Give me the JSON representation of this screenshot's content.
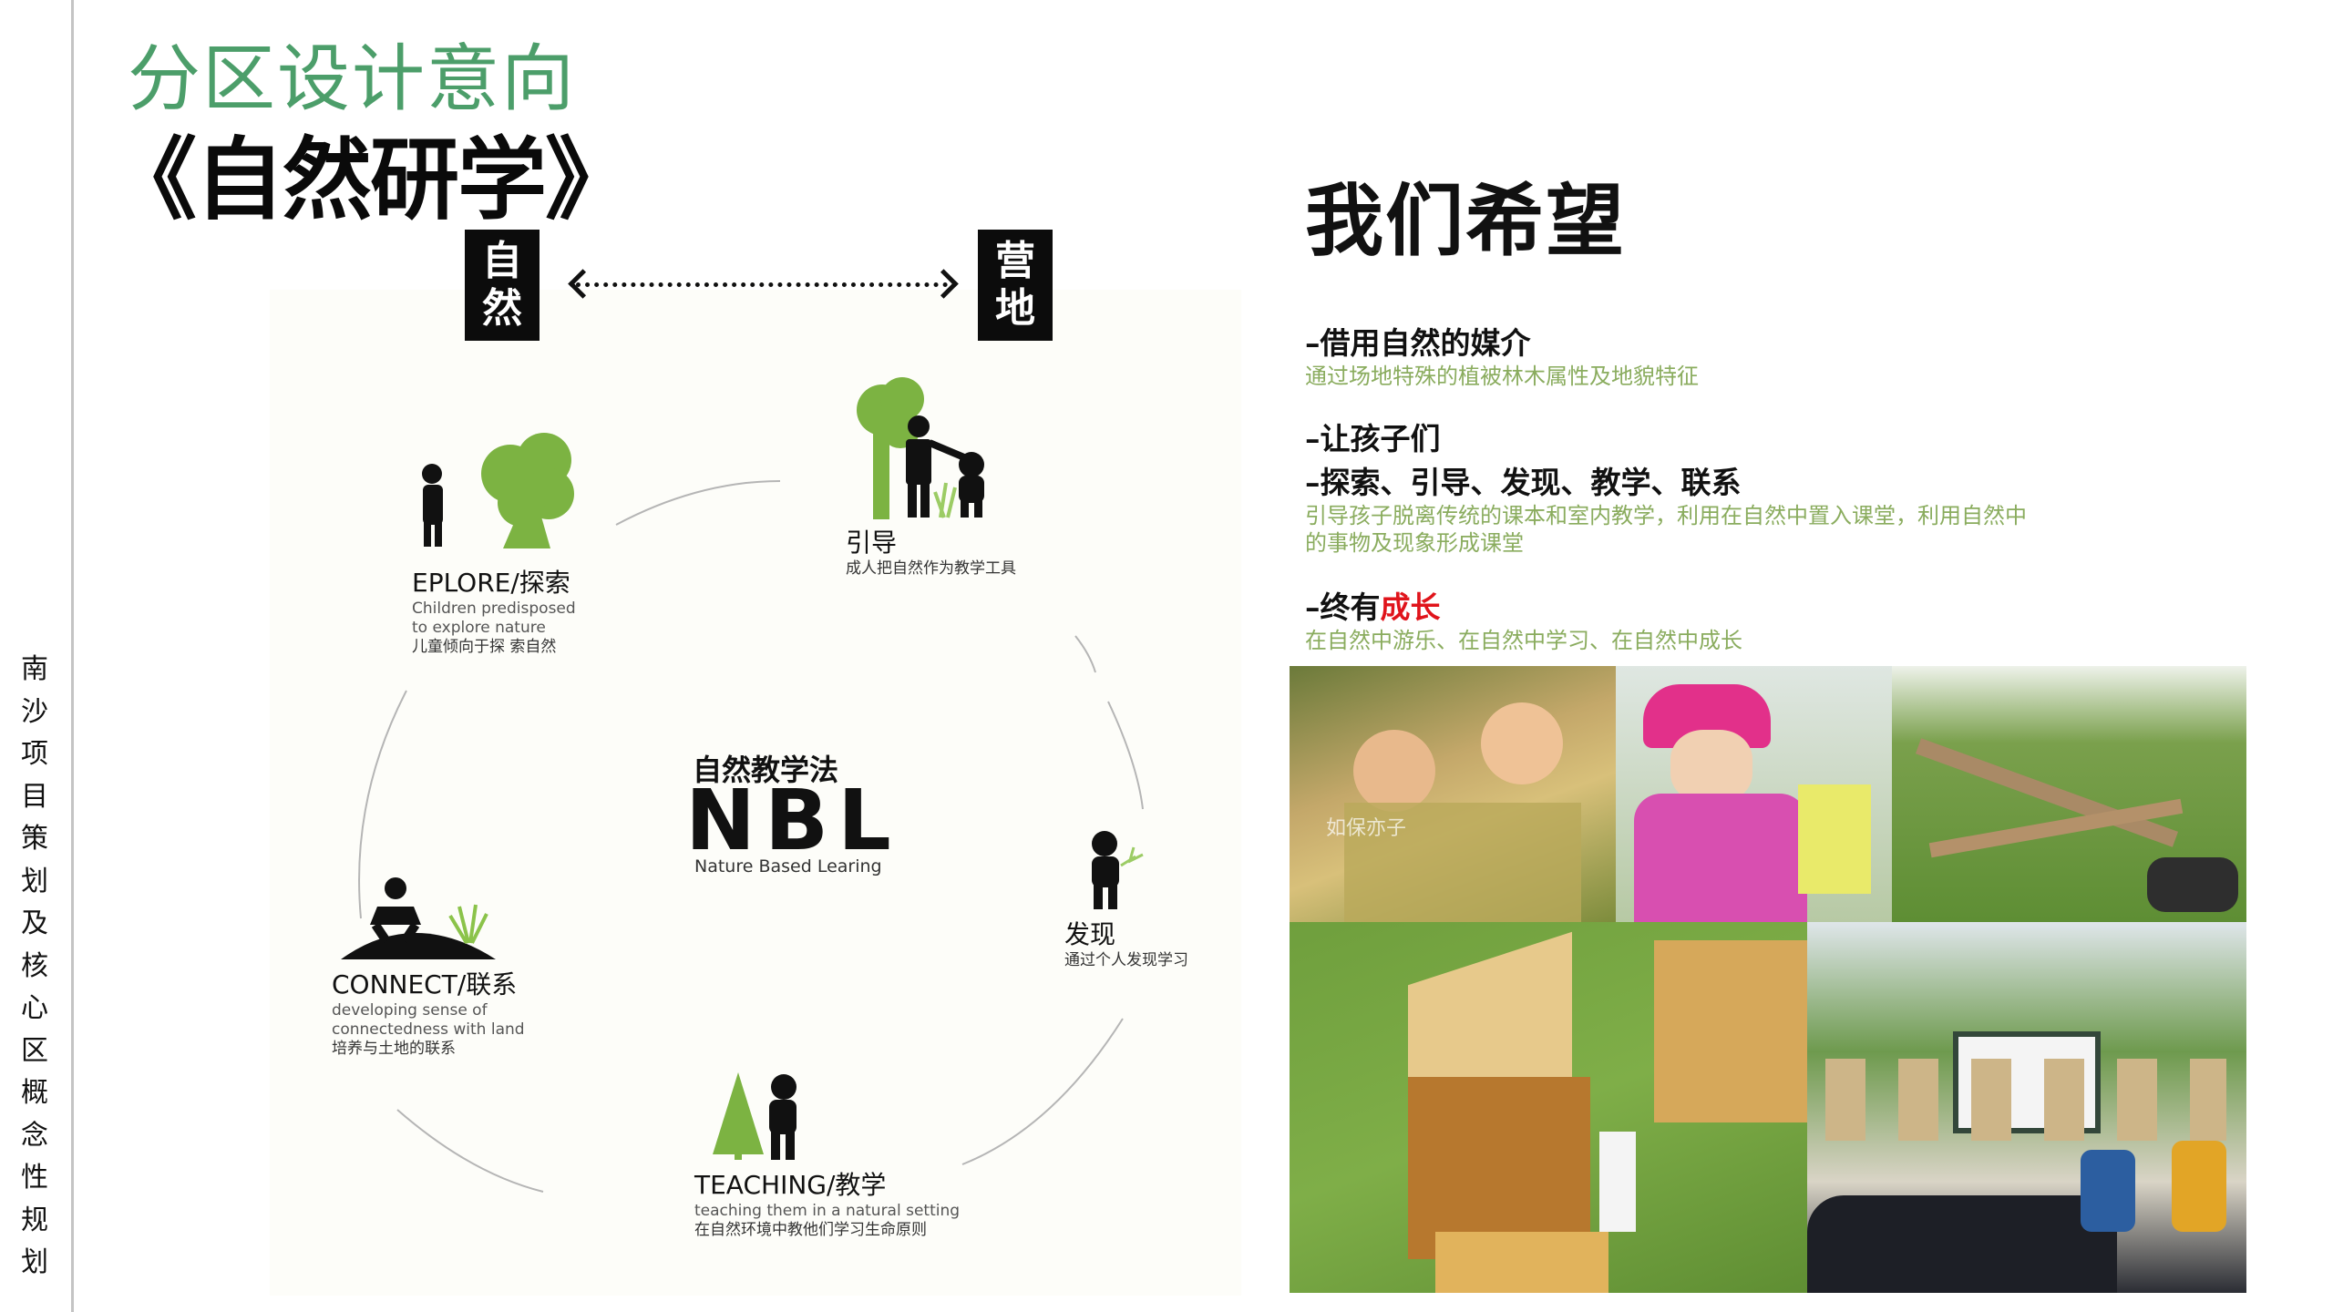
{
  "sidebar": {
    "vertical_title": [
      "南",
      "沙",
      "项",
      "目",
      "策",
      "划",
      "及",
      "核",
      "心",
      "区",
      "概",
      "念",
      "性",
      "规",
      "划"
    ]
  },
  "header": {
    "section_title": "分区设计意向",
    "topic_title": "《自然研学》"
  },
  "axis": {
    "left_label": [
      "自",
      "然"
    ],
    "right_label": [
      "营",
      "地"
    ]
  },
  "diagram": {
    "center": {
      "cn": "自然教学法",
      "acronym": "NBL",
      "en": "Nature Based Learing"
    },
    "nodes": [
      {
        "id": "explore",
        "title": "EPLORE/探索",
        "en": "Children  predisposed to explore  nature",
        "cn": "儿童倾向于探 索自然",
        "icon": "child-and-tree-icon"
      },
      {
        "id": "guide",
        "title": "引导",
        "en": "",
        "cn": "成人把自然作为教学工具",
        "icon": "adult-guiding-child-icon"
      },
      {
        "id": "discover",
        "title": "发现",
        "en": "",
        "cn": "通过个人发现学习",
        "icon": "child-holding-plant-icon"
      },
      {
        "id": "teaching",
        "title": "TEACHING/教学",
        "en": "teaching them in a natural setting",
        "cn": "在自然环境中教他们学习生命原则",
        "icon": "child-and-pine-tree-icon"
      },
      {
        "id": "connect",
        "title": "CONNECT/联系",
        "en": "developing  sense  of connectedness with land",
        "cn": "培养与土地的联系",
        "icon": "child-on-hill-icon"
      }
    ]
  },
  "right": {
    "heading": "我们希望",
    "points": [
      {
        "title": "–借用自然的媒介",
        "desc": "通过场地特殊的植被林木属性及地貌特征"
      },
      {
        "title": "–让孩子们",
        "title2": "–探索、引导、发现、教学、联系",
        "desc": "引导孩子脱离传统的课本和室内教学，利用在自然中置入课堂，利用自然中的事物及现象形成课堂"
      },
      {
        "title_prefix": "–终有",
        "title_highlight": "成长",
        "desc": "在自然中游乐、在自然中学习、在自然中成长"
      }
    ],
    "colors": {
      "accent_green": "#8aac5e",
      "title_green": "#4c9e6a",
      "highlight_red": "#e0141b"
    }
  },
  "photos": [
    {
      "id": "harvest",
      "caption": "children carrying rice stalks",
      "watermark": "如保亦子"
    },
    {
      "id": "sketching",
      "caption": "girl in pink raincoat sketching"
    },
    {
      "id": "log-climb",
      "caption": "children climbing log structure"
    },
    {
      "id": "wood-house",
      "caption": "children building wooden house"
    },
    {
      "id": "camp-group",
      "caption": "campers with raised fists and backpacks"
    }
  ]
}
